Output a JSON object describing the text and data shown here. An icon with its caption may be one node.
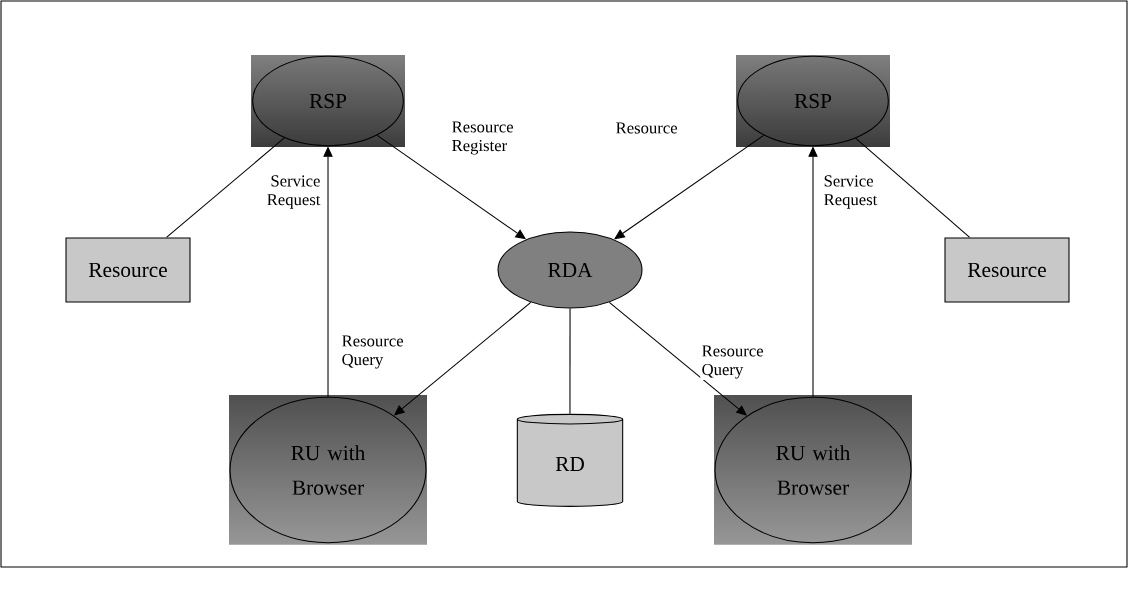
{
  "diagram": {
    "nodes": [
      {
        "text": [
          "RSP"
        ]
      },
      {
        "text": [
          "RSP"
        ]
      },
      {
        "text": [
          "Resource"
        ]
      },
      {
        "text": [
          "Resource"
        ]
      },
      {
        "text": [
          "RDA"
        ]
      },
      {
        "text": [
          "RU with Browser"
        ]
      },
      {
        "text": [
          "RD"
        ]
      },
      {
        "text": [
          "RU with Browser"
        ]
      }
    ],
    "edges": [
      {
        "from": 0,
        "to": 2,
        "arrow": "none"
      },
      {
        "from": 5,
        "to": 0,
        "arrow": "to",
        "label": "Service Request"
      },
      {
        "from": 0,
        "to": 4,
        "arrow": "to",
        "label": "Resource Register"
      },
      {
        "from": 1,
        "to": 4,
        "arrow": "to",
        "label": "Resource"
      },
      {
        "from": 1,
        "to": 3,
        "arrow": "none"
      },
      {
        "from": 7,
        "to": 1,
        "arrow": "to",
        "label": "Service Request"
      },
      {
        "from": 4,
        "to": 5,
        "arrow": "to",
        "label": "Resource Query"
      },
      {
        "from": 4,
        "to": 6,
        "arrow": "none"
      },
      {
        "from": 4,
        "to": 7,
        "arrow": "to",
        "label": "Resource Query"
      }
    ]
  }
}
